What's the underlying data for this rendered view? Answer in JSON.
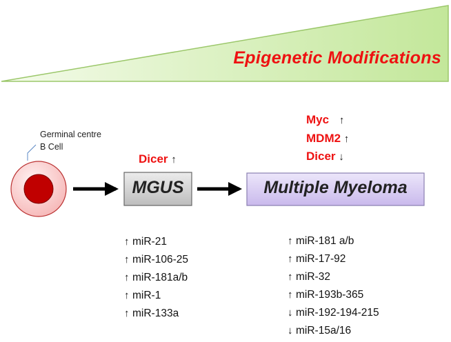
{
  "title": "Epigenetic Modifications",
  "cell_label_line1": "Germinal centre",
  "cell_label_line2": "B Cell",
  "stage1": {
    "label": "MGUS",
    "marker": {
      "name": "Dicer",
      "direction": "up"
    },
    "mirs": [
      {
        "name": "miR-21",
        "direction": "up"
      },
      {
        "name": "miR-106-25",
        "direction": "up"
      },
      {
        "name": "miR-181a/b",
        "direction": "up"
      },
      {
        "name": "miR-1",
        "direction": "up"
      },
      {
        "name": "miR-133a",
        "direction": "up"
      }
    ]
  },
  "stage2": {
    "label": "Multiple Myeloma",
    "markers": [
      {
        "name": "Myc",
        "direction": "up"
      },
      {
        "name": "MDM2",
        "direction": "up"
      },
      {
        "name": "Dicer",
        "direction": "down"
      }
    ],
    "mirs": [
      {
        "name": "miR-181 a/b",
        "direction": "up"
      },
      {
        "name": "miR-17-92",
        "direction": "up"
      },
      {
        "name": "miR-32",
        "direction": "up"
      },
      {
        "name": "miR-193b-365",
        "direction": "up"
      },
      {
        "name": "miR-192-194-215",
        "direction": "down"
      },
      {
        "name": "miR-15a/16",
        "direction": "down"
      }
    ]
  },
  "colors": {
    "accent_red": "#ee1111",
    "wedge_green": "#c9e9a6",
    "box_purple": "#d4c6ef",
    "box_gray": "#cfcfcf"
  }
}
